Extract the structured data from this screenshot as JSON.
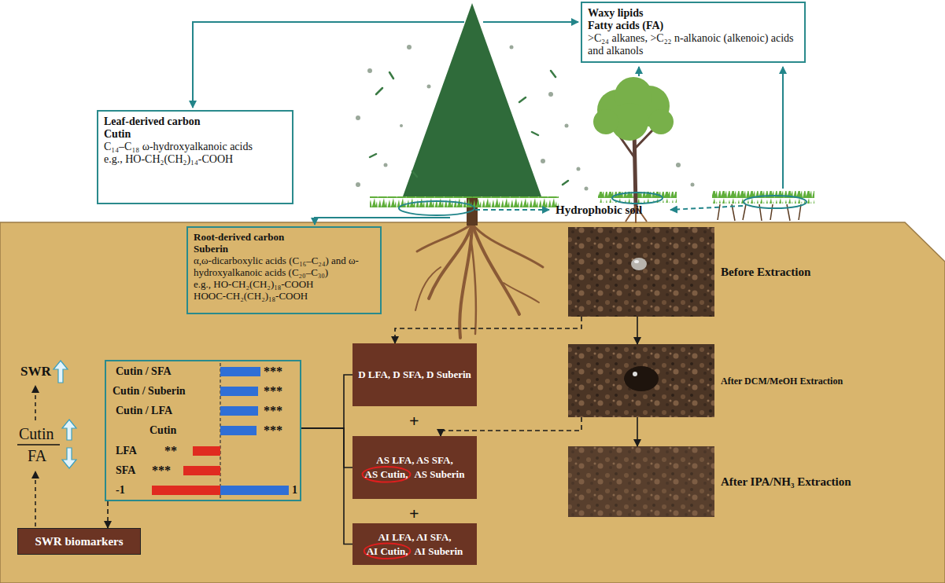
{
  "diagram": {
    "nodes": [
      {
        "text": [
          "Waxy lipids",
          "Fatty acids (FA)",
          ">C₂₄ alkanes, >C₂₂ n-alkanoic (alkenoic) acids and alkanols"
        ]
      },
      {
        "text": [
          "Leaf-derived carbon",
          "Cutin",
          "C₁₄–C₁₈ ω-hydroxyalkanoic acids",
          "e.g., HO-CH₂(CH₂)₁₄-COOH"
        ]
      },
      {
        "text": [
          "Root-derived carbon",
          "Suberin",
          "α,ω-dicarboxylic acids (C₁₆–C₂₄) and ω-hydroxyalkanoic acids (C₂₀–C₃₀)",
          "e.g., HO-CH₂(CH₂)₁₈-COOH",
          "HOOC-CH₂(CH₂)₁₈-COOH"
        ]
      },
      {
        "text": [
          "Before Extraction"
        ]
      },
      {
        "text": [
          "After DCM/MeOH Extraction"
        ]
      },
      {
        "text": [
          "After IPA/NH₃ Extraction"
        ]
      },
      {
        "text": [
          "Cutin / SFA",
          "***",
          "Cutin / Suberin",
          "***",
          "Cutin / LFA",
          "***",
          "Cutin",
          "***",
          "LFA",
          "**",
          "SFA",
          "***",
          "-1",
          "1"
        ]
      },
      {
        "text": [
          "D LFA, D SFA, D Suberin"
        ]
      },
      {
        "text": [
          "AS LFA, AS SFA,",
          "AS Cutin,",
          "AS Suberin"
        ]
      },
      {
        "text": [
          "AI LFA, AI SFA,",
          "AI Cutin,",
          "AI Suberin"
        ]
      },
      {
        "text": [
          "SWR biomarkers"
        ]
      }
    ],
    "edges": [
      {
        "from": 3,
        "to": 4,
        "arrow": "to"
      },
      {
        "from": 4,
        "to": 5,
        "arrow": "to"
      },
      {
        "from": 3,
        "to": 7,
        "arrow": "to"
      },
      {
        "from": 4,
        "to": 8,
        "arrow": "to"
      },
      {
        "from": 7,
        "to": 6,
        "arrow": "none"
      },
      {
        "from": 8,
        "to": 6,
        "arrow": "none"
      },
      {
        "from": 9,
        "to": 6,
        "arrow": "none"
      },
      {
        "from": 6,
        "to": 10,
        "arrow": "to"
      }
    ],
    "labels": [
      "Hydrophobic soil",
      "SWR",
      "Cutin",
      "FA",
      "+",
      "+"
    ]
  }
}
